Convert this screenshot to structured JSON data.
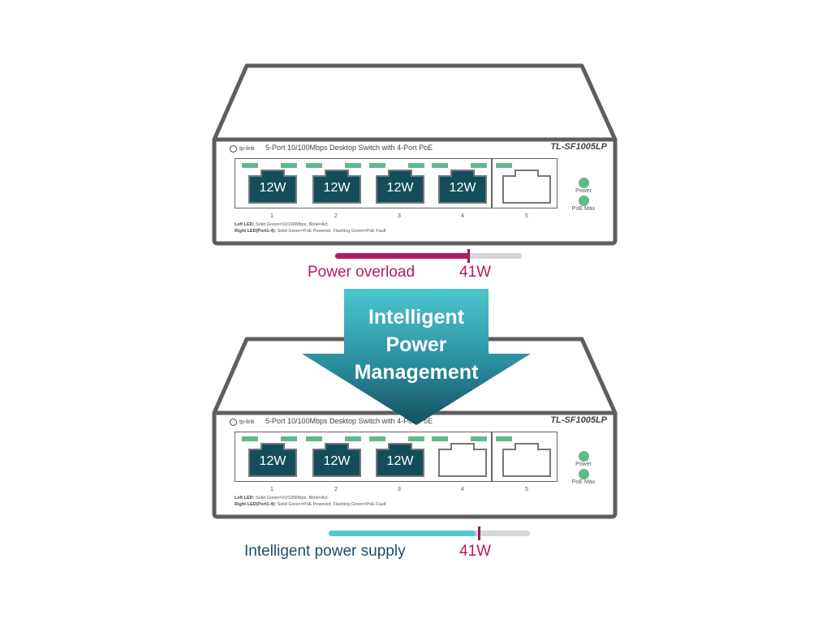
{
  "colors": {
    "overload": "#b51a66",
    "supply": "#1f4e63",
    "supply_bar": "#4ec9d2",
    "led_green": "#5fb98a",
    "port_fill": "#134e5a",
    "arrow_top": "#4cc7d0",
    "arrow_bottom": "#154f60"
  },
  "icons": [
    "tp-link-logo-icon",
    "ethernet-port-icon",
    "arrow-down-icon"
  ],
  "switch_top": {
    "brand": "tp-link",
    "description": "5-Port 10/100Mbps Desktop Switch with 4-Port PoE",
    "model": "TL-SF1005LP",
    "ports": [
      {
        "number": "1",
        "watt": "12W"
      },
      {
        "number": "2",
        "watt": "12W"
      },
      {
        "number": "3",
        "watt": "12W"
      },
      {
        "number": "4",
        "watt": "12W"
      },
      {
        "number": "5",
        "watt": ""
      }
    ],
    "status_leds": [
      "Power",
      "PoE Max"
    ],
    "legend_left_key": "Left LED:",
    "legend_left_val": "Solid Green=10/100Mbps, Blink=Act",
    "legend_right_key": "Right LED(Port1-4):",
    "legend_right_val": "Solid Green=PoE Powered, Flashing Green=PoE Fault"
  },
  "overload": {
    "label": "Power overload",
    "limit": "41W",
    "fill_fraction": 0.72
  },
  "arrow": {
    "line1": "Intelligent",
    "line2": "Power",
    "line3": "Management"
  },
  "switch_bottom": {
    "brand": "tp-link",
    "description": "5-Port 10/100Mbps Desktop Switch with 4-Port PoE",
    "model": "TL-SF1005LP",
    "ports": [
      {
        "number": "1",
        "watt": "12W"
      },
      {
        "number": "2",
        "watt": "12W"
      },
      {
        "number": "3",
        "watt": "12W"
      },
      {
        "number": "4",
        "watt": ""
      },
      {
        "number": "5",
        "watt": ""
      }
    ],
    "status_leds": [
      "Power",
      "PoE Max"
    ],
    "legend_left_key": "Left LED:",
    "legend_left_val": "Solid Green=10/100Mbps, Blink=Act",
    "legend_right_key": "Right LED(Port1-4):",
    "legend_right_val": "Solid Green=PoE Powered, Flashing Green=PoE Fault"
  },
  "supply": {
    "label": "Intelligent power supply",
    "limit": "41W",
    "fill_fraction": 0.73
  }
}
